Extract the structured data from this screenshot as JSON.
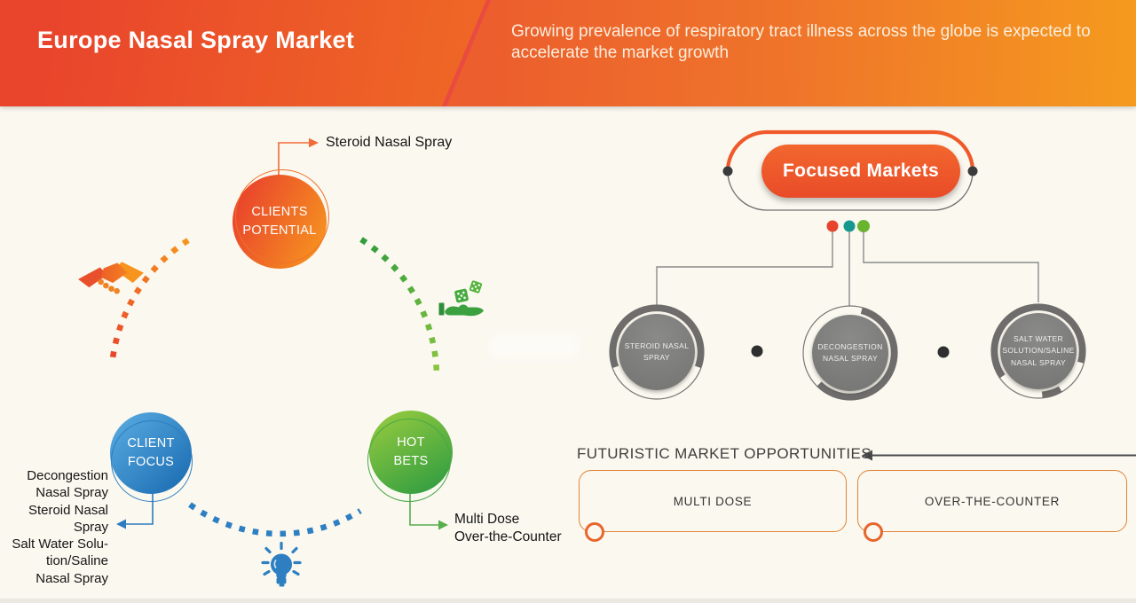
{
  "banner": {
    "title": "Europe Nasal Spray Market",
    "subtitle": "Growing prevalence of respiratory tract illness across the globe is expected to accelerate the market growth"
  },
  "cycle": {
    "nodes": [
      {
        "id": "clients-potential",
        "label": "CLIENTS\nPOTENTIAL",
        "callout": "Steroid Nasal Spray",
        "color": "#ee5a2b"
      },
      {
        "id": "client-focus",
        "label": "CLIENT\nFOCUS",
        "callout": "Decongestion\nNasal Spray\nSteroid Nasal\nSpray\nSalt Water Solu-\ntion/Saline\nNasal Spray",
        "color": "#2d7cc0"
      },
      {
        "id": "hot-bets",
        "label": "HOT\nBETS",
        "callout": "Multi Dose\nOver-the-Counter",
        "color": "#58b14a"
      }
    ],
    "icons": [
      "handshake-icon",
      "dice-hand-icon",
      "lightbulb-icon"
    ],
    "arc_colors": {
      "orange": "#e9452c",
      "green": "#3f9e3c",
      "blue": "#2d7fc2"
    }
  },
  "focused_markets": {
    "title": "Focused Markets",
    "pill_color": "#ee5a2b",
    "dot_colors": [
      "#e8432c",
      "#17988e",
      "#69b42f"
    ],
    "items": [
      {
        "label": "STEROID NASAL\nSPRAY"
      },
      {
        "label": "DECONGESTION\nNASAL SPRAY"
      },
      {
        "label": "SALT WATER\nSOLUTION/SALINE\nNASAL SPRAY"
      }
    ]
  },
  "opportunities": {
    "heading": "FUTURISTIC MARKET OPPORTUNITIES",
    "items": [
      {
        "label": "MULTI DOSE"
      },
      {
        "label": "OVER-THE-COUNTER"
      }
    ],
    "box_border_color": "#e58338"
  }
}
